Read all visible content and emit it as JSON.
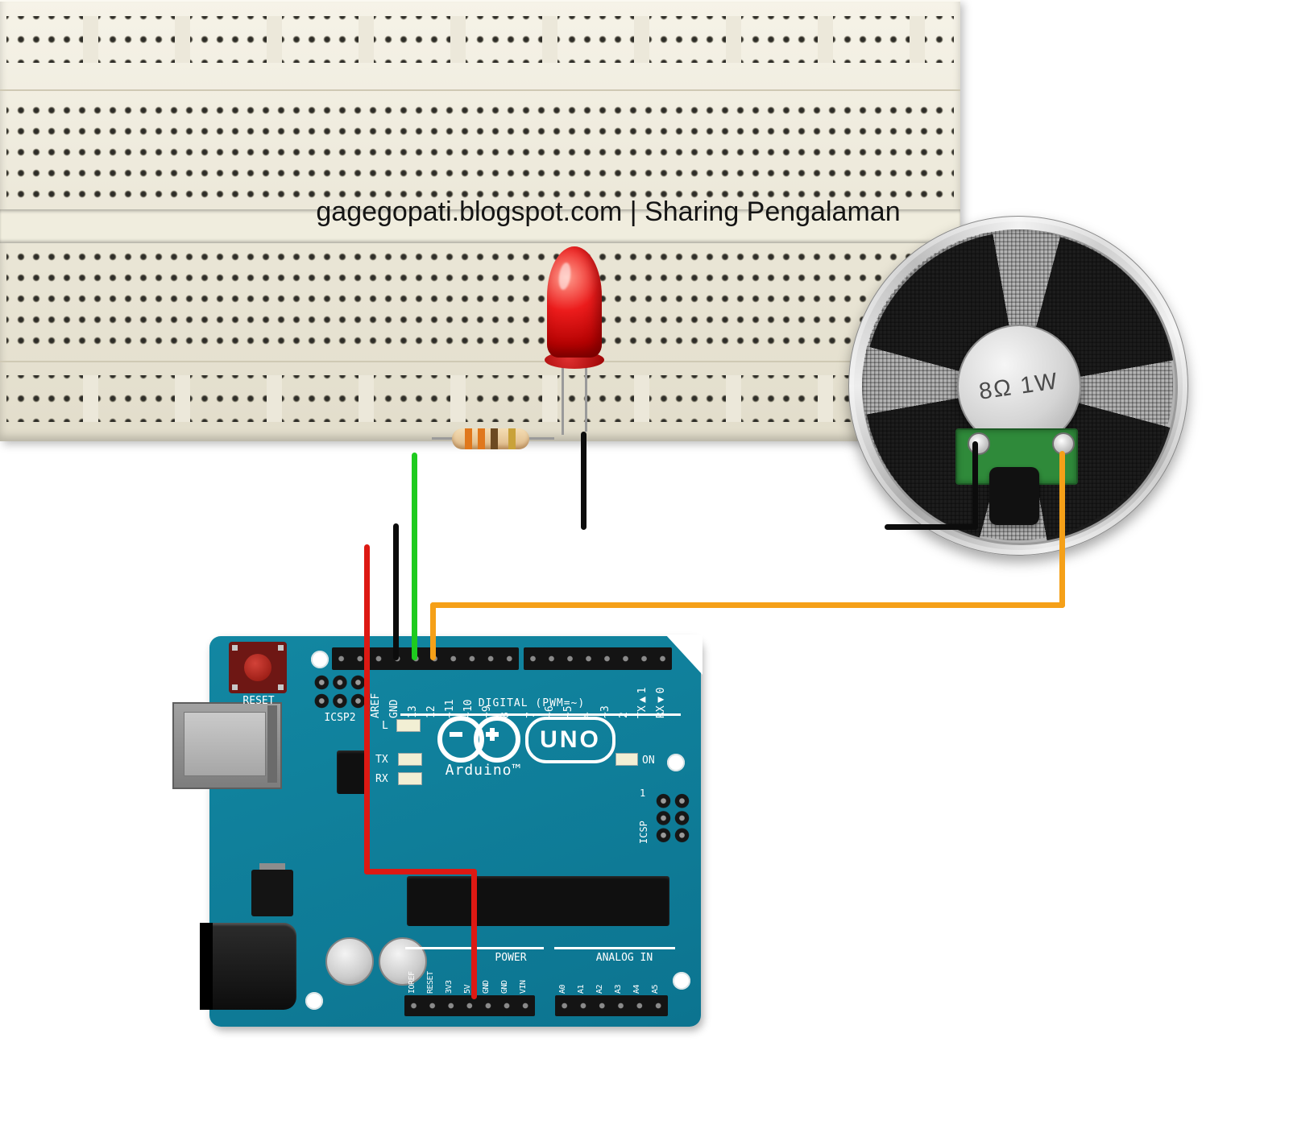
{
  "watermark": "gagegopati.blogspot.com | Sharing Pengalaman",
  "speaker": {
    "rating": "8Ω 1W"
  },
  "arduino": {
    "reset": "RESET",
    "icsp2": "ICSP2",
    "icsp": "ICSP",
    "icsp_pin1": "1",
    "digital_section": "DIGITAL (PWM=~)",
    "digital_pins": [
      "AREF",
      "GND",
      "13",
      "12",
      "~11",
      "~10",
      "~9",
      "8",
      "7",
      "~6",
      "~5",
      "4",
      "~3",
      "2",
      "TX▶1",
      "RX◀0"
    ],
    "uno": "UNO",
    "brand": "Arduino™",
    "led_l": "L",
    "led_tx": "TX",
    "led_rx": "RX",
    "led_on": "ON",
    "power_section": "POWER",
    "analog_section": "ANALOG IN",
    "power_pins": [
      "IOREF",
      "RESET",
      "3V3",
      "5V",
      "GND",
      "GND",
      "VIN"
    ],
    "analog_pins": [
      "A0",
      "A1",
      "A2",
      "A3",
      "A4",
      "A5"
    ]
  },
  "wire_colors": {
    "power_5v": "#dd1913",
    "ground": "#0c0c0c",
    "pin13_led": "#1ecb1e",
    "pin12_speaker": "#f5a018"
  }
}
